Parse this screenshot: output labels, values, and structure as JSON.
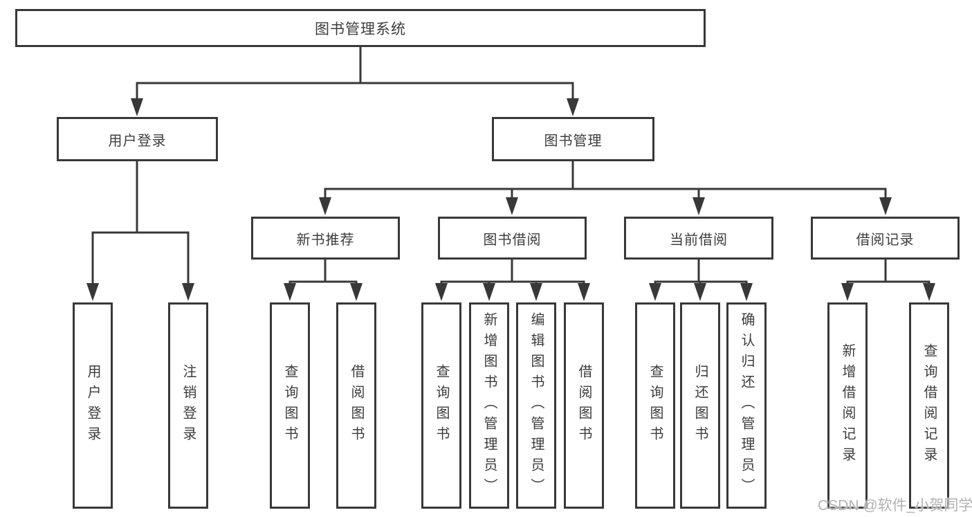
{
  "title_node": "图书管理系统",
  "level2": {
    "user_login": "用户登录",
    "book_management": "图书管理"
  },
  "level3": {
    "new_books": "新书推荐",
    "book_borrowing": "图书借阅",
    "current_borrowing": "当前借阅",
    "borrowing_records": "借阅记录"
  },
  "leaves": {
    "user_login": [
      "用户登录",
      "注销登录"
    ],
    "new_books": [
      "查询图书",
      "借阅图书"
    ],
    "book_borrowing": [
      "查询图书",
      "新增图书（管理员）",
      "编辑图书（管理员）",
      "借阅图书"
    ],
    "current_borrowing": [
      "查询图书",
      "归还图书",
      "确认归还（管理员）"
    ],
    "borrowing_records": [
      "新增借阅记录",
      "查询借阅记录"
    ]
  },
  "watermark": "CSDN @软件_小贺同学",
  "colors": {
    "line": "#383838",
    "text": "#3c3c3c",
    "watermark": "#b3b1b1",
    "background": "#ffffff"
  }
}
